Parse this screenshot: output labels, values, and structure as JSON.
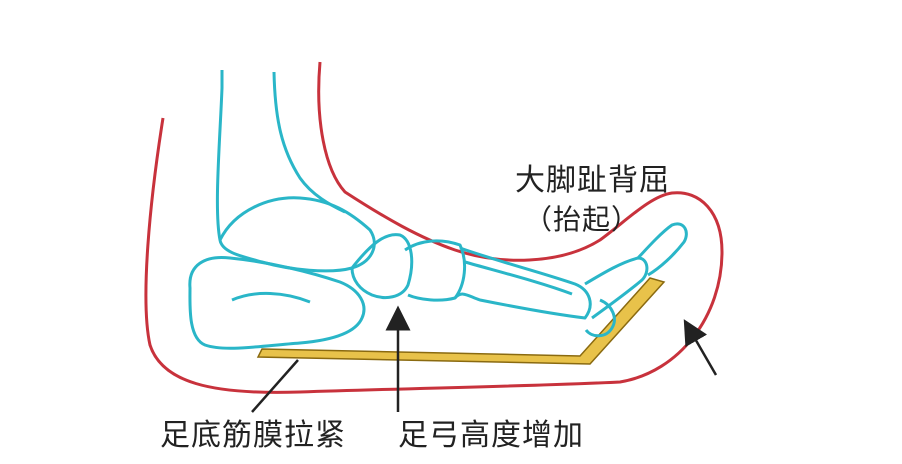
{
  "labels": {
    "toe_dorsiflexion": "大脚趾背屈",
    "toe_dorsiflexion_note": "（抬起）",
    "plantar_fascia": "足底筋膜拉紧",
    "arch_height": "足弓高度增加"
  },
  "colors": {
    "skin_outline": "#c8323c",
    "bone_outline": "#2ab6c8",
    "plantar_fascia": "#e8c24a",
    "arrow": "#222222"
  }
}
